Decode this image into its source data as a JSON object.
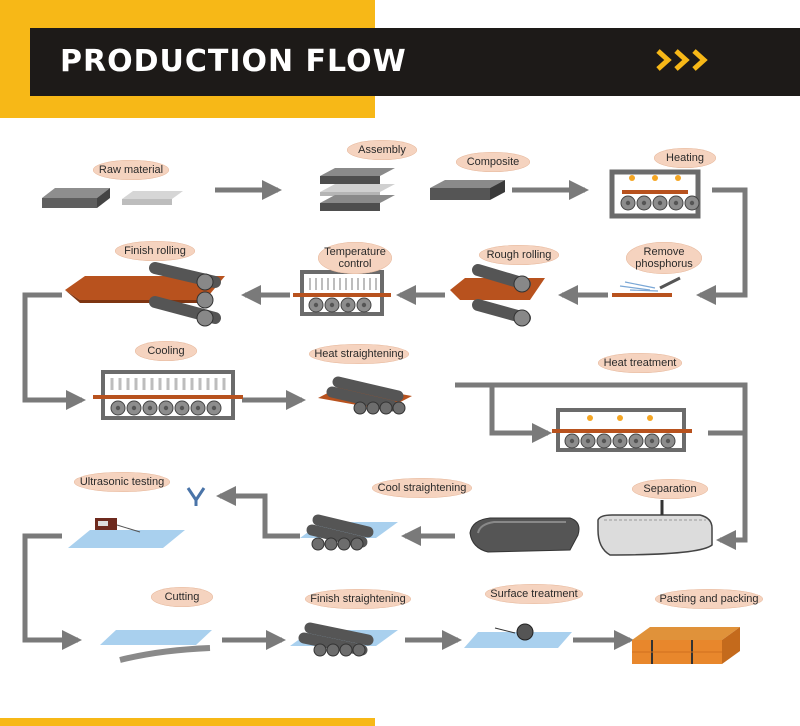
{
  "header": {
    "title": "PRODUCTION FLOW",
    "arrow_icon": "triple-chevron-right-icon",
    "accent_color": "#f7b817",
    "bar_color": "#1d1a18"
  },
  "colors": {
    "label_bubble": "#f5d3bf",
    "arrow": "#7a7a7a",
    "steel_hot": "#b8521e",
    "plate_blue": "#a9d0ee"
  },
  "steps": {
    "raw_material": "Raw material",
    "assembly": "Assembly",
    "composite": "Composite",
    "heating": "Heating",
    "finish_rolling": "Finish rolling",
    "temperature_control": "Temperature\ncontrol",
    "rough_rolling": "Rough rolling",
    "remove_phosphorus": "Remove\nphosphorus",
    "cooling": "Cooling",
    "heat_straightening": "Heat straightening",
    "heat_treatment": "Heat treatment",
    "ultrasonic_testing": "Ultrasonic testing",
    "cool_straightening": "Cool straightening",
    "separation": "Separation",
    "cutting": "Cutting",
    "finish_straightening": "Finish straightening",
    "surface_treatment": "Surface treatment",
    "pasting_and_packing": "Pasting and packing"
  }
}
